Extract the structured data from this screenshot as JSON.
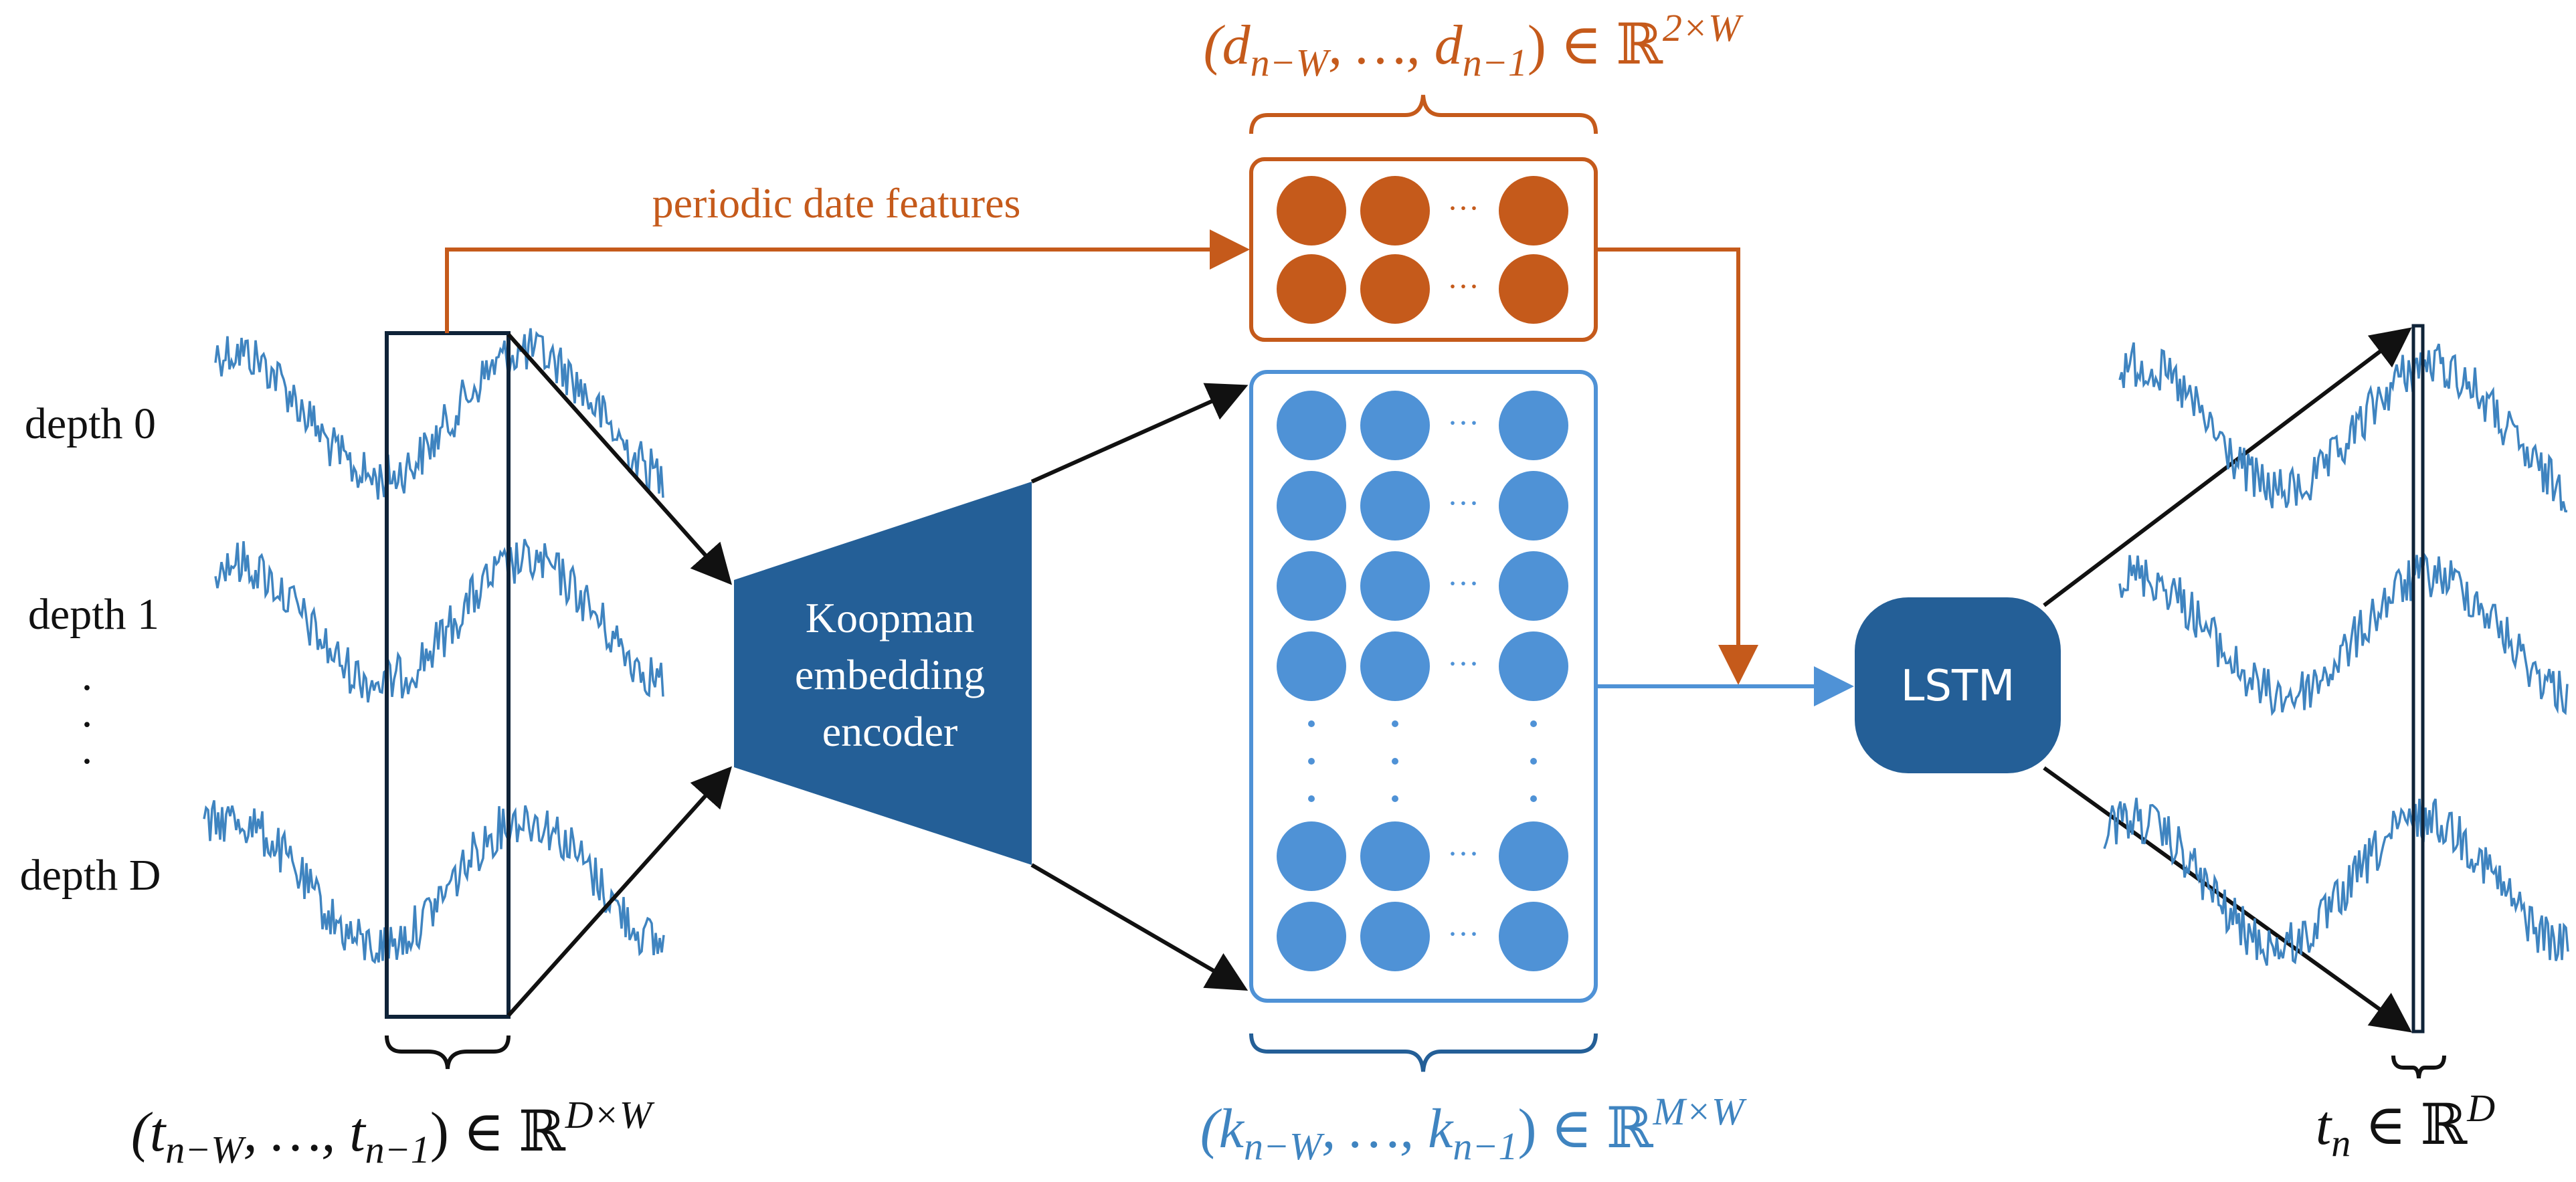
{
  "labels": {
    "depth0": "depth 0",
    "depth1": "depth 1",
    "depth_dots": "·",
    "depthD": "depth D",
    "periodic": "periodic date features",
    "encoder_line1": "Koopman",
    "encoder_line2": "embedding",
    "encoder_line3": "encoder",
    "lstm": "LSTM",
    "ellipsis": "···"
  },
  "math": {
    "t_window": {
      "open": "(t",
      "sub1": "n−W",
      "mid": ", …, t",
      "sub2": "n−1",
      "close": ") ∈ ℝ",
      "sup": "D×W"
    },
    "d_window": {
      "open": "(d",
      "sub1": "n−W",
      "mid": ", …, d",
      "sub2": "n−1",
      "close": ") ∈ ℝ",
      "sup": "2×W"
    },
    "k_window": {
      "open": "(k",
      "sub1": "n−W",
      "mid": ", …, k",
      "sub2": "n−1",
      "close": ") ∈ ℝ",
      "sup": "M×W"
    },
    "t_out": {
      "open": "t",
      "sub1": "n",
      "close": " ∈ ℝ",
      "sup": "D"
    }
  },
  "colors": {
    "orange": "#C55A1B",
    "blue_dark": "#245F97",
    "blue_light": "#4F92D6",
    "signal": "#3F84C0",
    "black": "#111111"
  }
}
